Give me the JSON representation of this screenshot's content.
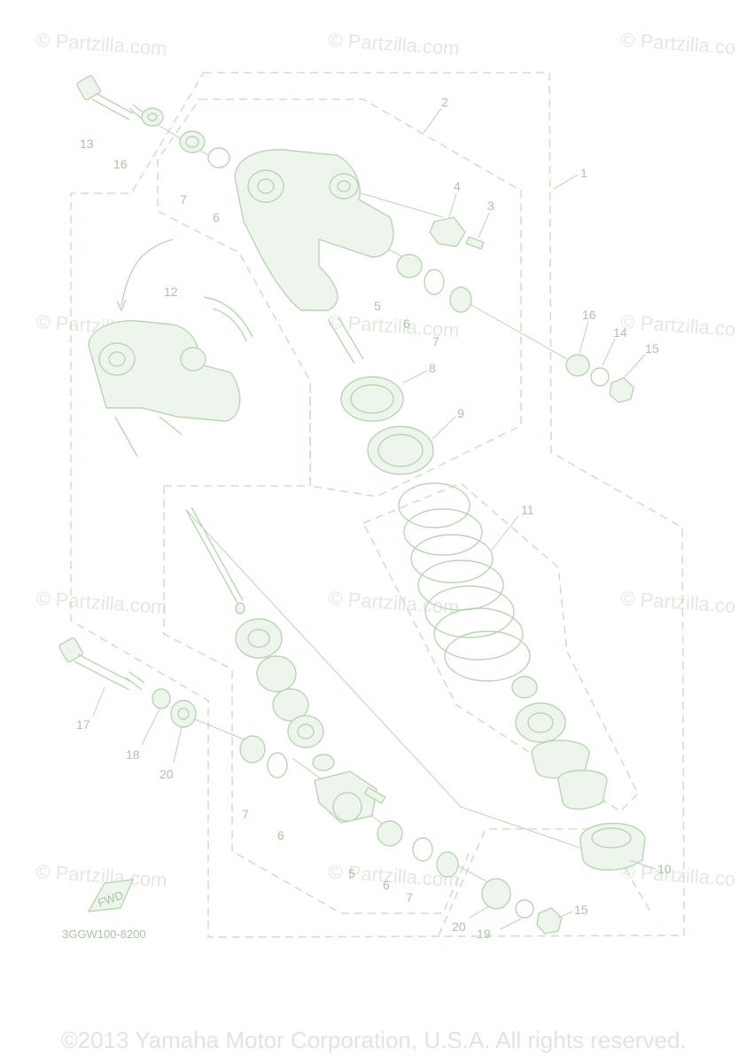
{
  "watermarks": [
    {
      "id": "wm-1",
      "text": "© Partzilla.com"
    },
    {
      "id": "wm-2",
      "text": "© Partzilla.com"
    },
    {
      "id": "wm-3",
      "text": "© Partzilla.co"
    },
    {
      "id": "wm-4",
      "text": "© Partzilla.com"
    },
    {
      "id": "wm-5",
      "text": "© Partzilla.com"
    },
    {
      "id": "wm-6",
      "text": "© Partzilla.co"
    },
    {
      "id": "wm-7",
      "text": "© Partzilla.com"
    },
    {
      "id": "wm-8",
      "text": "© Partzilla.com"
    },
    {
      "id": "wm-9",
      "text": "© Partzilla.co"
    },
    {
      "id": "wm-10",
      "text": "© Partzilla.com"
    },
    {
      "id": "wm-11",
      "text": "© Partzilla.com"
    },
    {
      "id": "wm-12",
      "text": "© Partzilla.co"
    }
  ],
  "callouts": {
    "c1": "1",
    "c2": "2",
    "c3": "3",
    "c4": "4",
    "c5a": "5",
    "c5b": "5",
    "c6a": "6",
    "c6b": "6",
    "c6c": "6",
    "c6d": "6",
    "c7a": "7",
    "c7b": "7",
    "c7c": "7",
    "c7d": "7",
    "c8": "8",
    "c9": "9",
    "c10": "10",
    "c11": "11",
    "c12": "12",
    "c13": "13",
    "c14": "14",
    "c15a": "15",
    "c15b": "15",
    "c16a": "16",
    "c16b": "16",
    "c17": "17",
    "c18": "18",
    "c19": "19",
    "c20a": "20",
    "c20b": "20"
  },
  "fwd_label": "FWD",
  "diagram_code": "3GGW100-8200",
  "copyright": "©2013 Yamaha Motor Corporation, U.S.A. All rights reserved."
}
